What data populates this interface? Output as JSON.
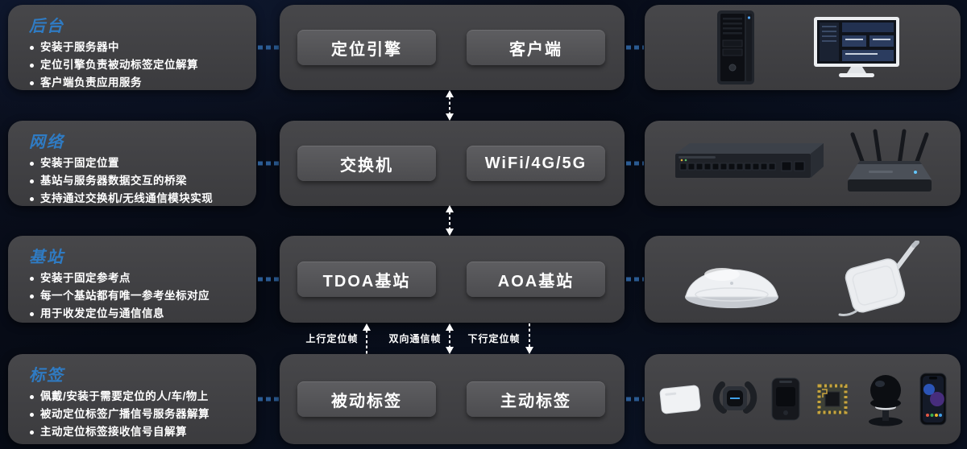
{
  "rows": [
    {
      "id": "backend",
      "title": "后台",
      "bullets": [
        "安装于服务器中",
        "定位引擎负责被动标签定位解算",
        "客户端负责应用服务"
      ],
      "boxes": [
        "定位引擎",
        "客户端"
      ],
      "devices": [
        "server-tower",
        "desktop-monitor"
      ]
    },
    {
      "id": "network",
      "title": "网络",
      "bullets": [
        "安装于固定位置",
        "基站与服务器数据交互的桥梁",
        "支持通过交换机/无线通信模块实现"
      ],
      "boxes": [
        "交换机",
        "WiFi/4G/5G"
      ],
      "devices": [
        "network-switch",
        "wireless-router"
      ]
    },
    {
      "id": "base-station",
      "title": "基站",
      "bullets": [
        "安装于固定参考点",
        "每一个基站都有唯一参考坐标对应",
        "用于收发定位与通信信息"
      ],
      "boxes": [
        "TDOA基站",
        "AOA基站"
      ],
      "devices": [
        "ceiling-anchor",
        "aoa-anchor"
      ]
    },
    {
      "id": "tags",
      "title": "标签",
      "bullets": [
        "佩戴/安装于需要定位的人/车/物上",
        "被动定位标签广播信号服务器解算",
        "主动定位标签接收信号自解算"
      ],
      "boxes": [
        "被动标签",
        "主动标签"
      ],
      "devices": [
        "card-tag",
        "wristband-tag",
        "badge-tag",
        "pcb-module-tag",
        "dome-antenna-tag",
        "smartphone-tag"
      ]
    }
  ],
  "frame_labels": {
    "uplink": "上行定位帧",
    "bidirectional": "双向通信帧",
    "downlink": "下行定位帧"
  },
  "colors": {
    "background": "#070B14",
    "panel": "#3F3F42",
    "box": "#525255",
    "layer_title_blue": "#2F7BC3",
    "connector_blue": "#2B5C94",
    "arrow_white": "#FFFFFF",
    "text_white": "#FFFFFF"
  }
}
